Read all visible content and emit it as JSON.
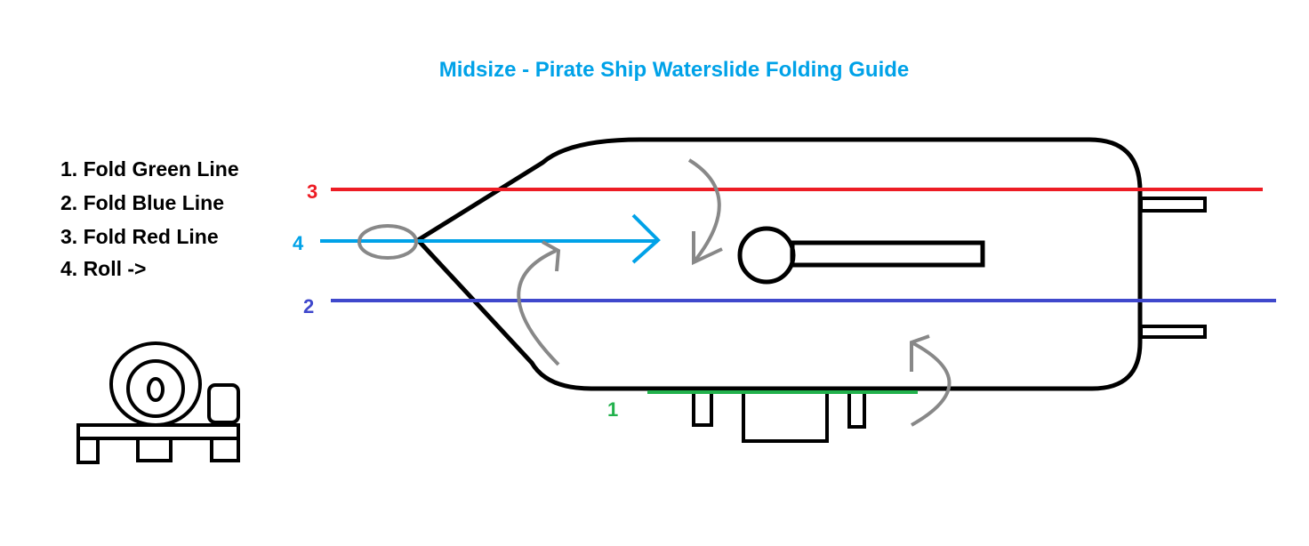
{
  "title": "Midsize - Pirate Ship Waterslide Folding Guide",
  "steps": [
    "1. Fold Green Line",
    "2. Fold Blue Line",
    "3. Fold Red Line",
    "4. Roll ->"
  ],
  "fold_labels": {
    "green": "1",
    "blue": "2",
    "red": "3",
    "roll": "4"
  },
  "colors": {
    "title": "#00a2e8",
    "red": "#ed1c24",
    "blue": "#3f48cc",
    "light_blue": "#00a2e8",
    "green": "#22b14c",
    "arrow": "#888888",
    "outline": "#000000"
  }
}
